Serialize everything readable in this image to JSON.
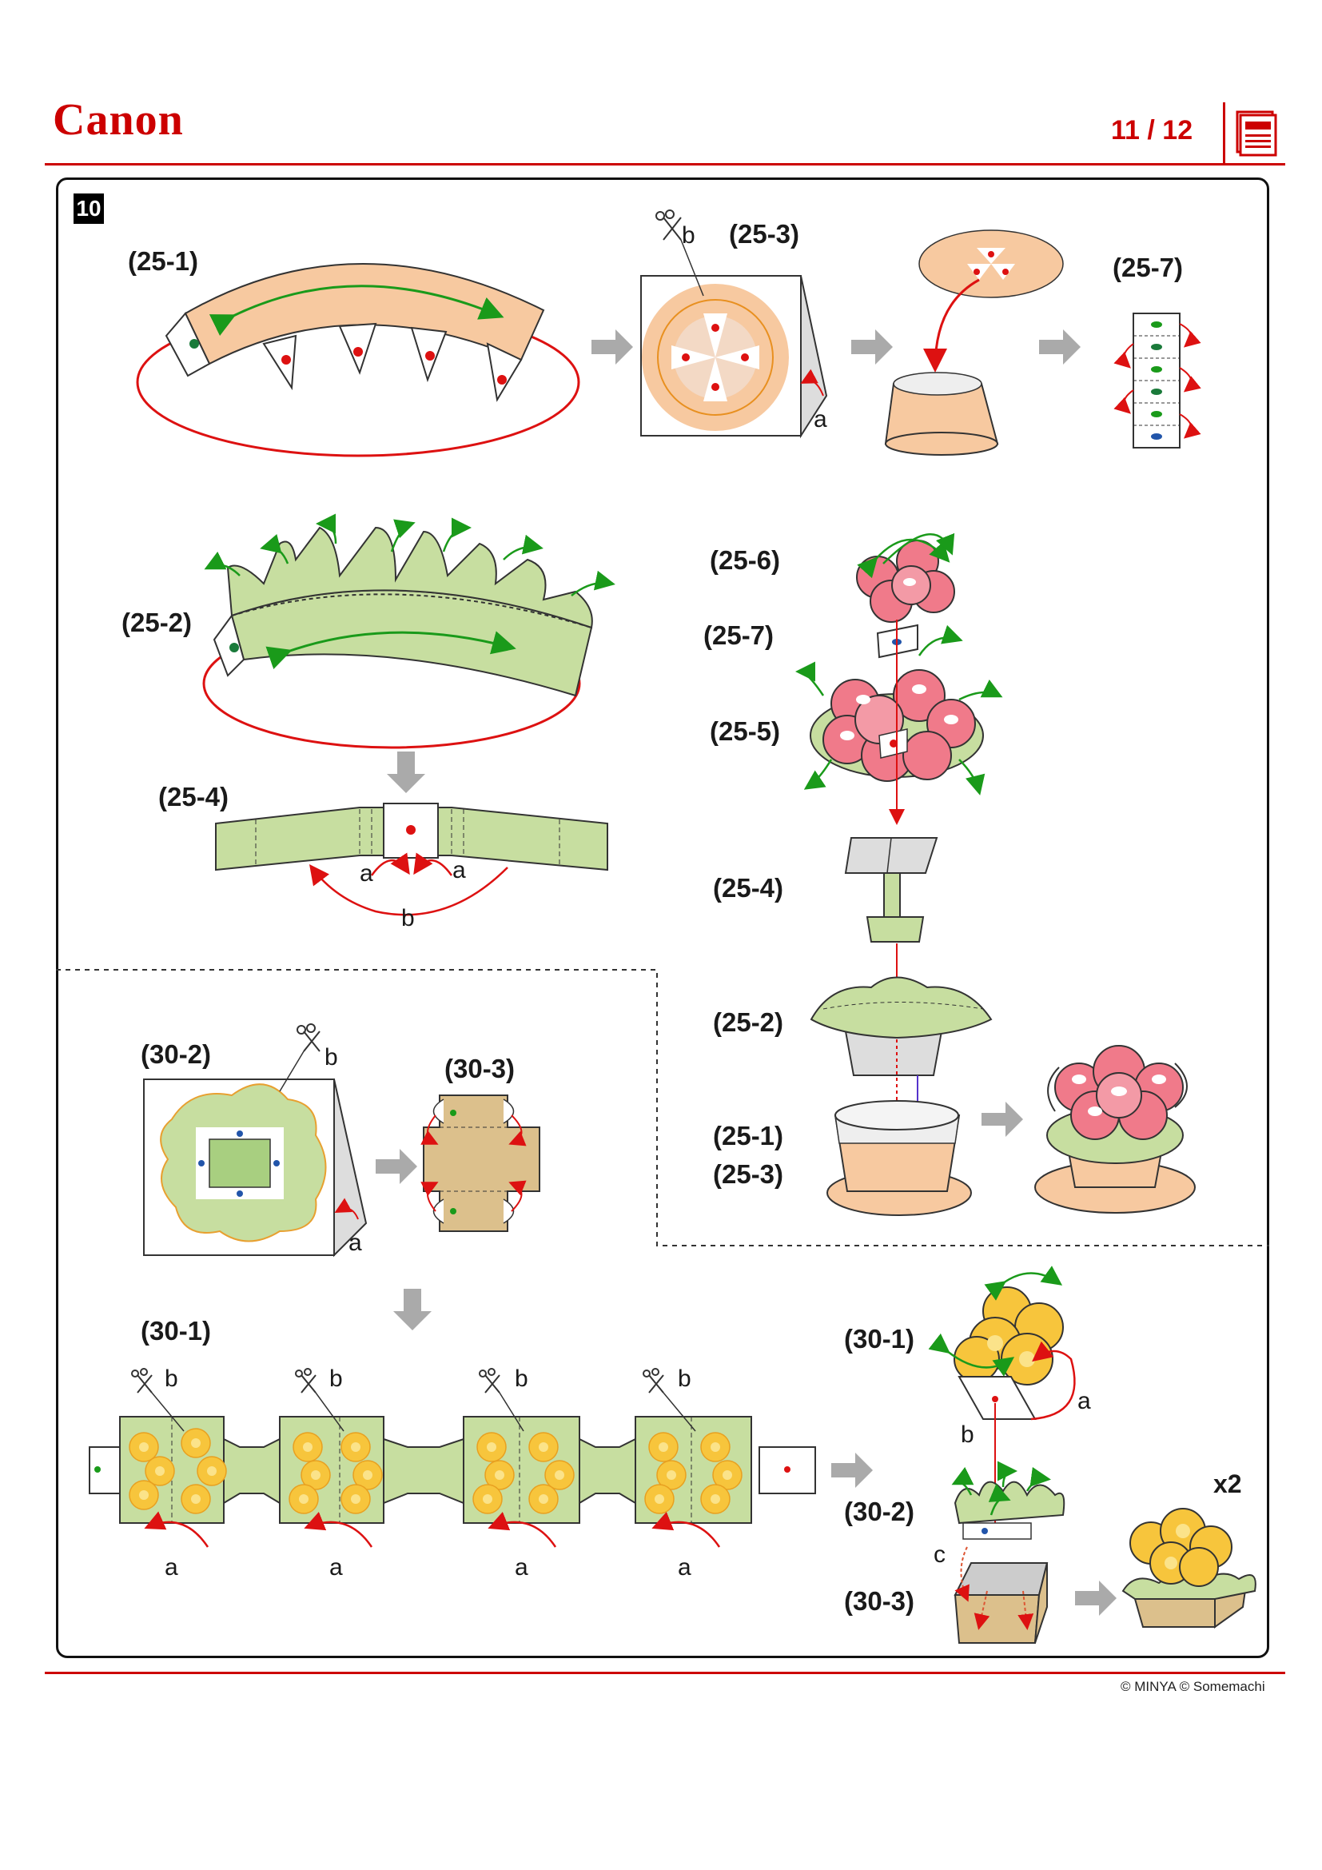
{
  "header": {
    "logo_text": "Canon",
    "page_indicator": "11 / 12",
    "document_icon": "document-icon"
  },
  "step": {
    "number": "10"
  },
  "labels": {
    "l25_1": "(25-1)",
    "l25_2": "(25-2)",
    "l25_3": "(25-3)",
    "l25_4": "(25-4)",
    "l25_7": "(25-7)",
    "r25_6": "(25-6)",
    "r25_7": "(25-7)",
    "r25_5": "(25-5)",
    "r25_4": "(25-4)",
    "r25_2": "(25-2)",
    "r25_1": "(25-1)",
    "r25_3": "(25-3)",
    "l30_2": "(30-2)",
    "l30_3": "(30-3)",
    "l30_1": "(30-1)",
    "r30_1": "(30-1)",
    "r30_2": "(30-2)",
    "r30_3": "(30-3)",
    "multiplier": "x2"
  },
  "letters": {
    "a": "a",
    "b": "b",
    "c": "c"
  },
  "footer": {
    "copyright": "© MINYA  © Somemachi"
  },
  "colors": {
    "brand": "#cc0000",
    "peach": "#f7c9a0",
    "leaf_green": "#c7dea0",
    "flower_pink": "#f07a8a",
    "flower_yellow": "#f7c53c",
    "box_tan": "#dcc08c",
    "arrow_green": "#1a9a1a",
    "arrow_red": "#dd1111",
    "arrow_gray": "#aaaaaa"
  }
}
